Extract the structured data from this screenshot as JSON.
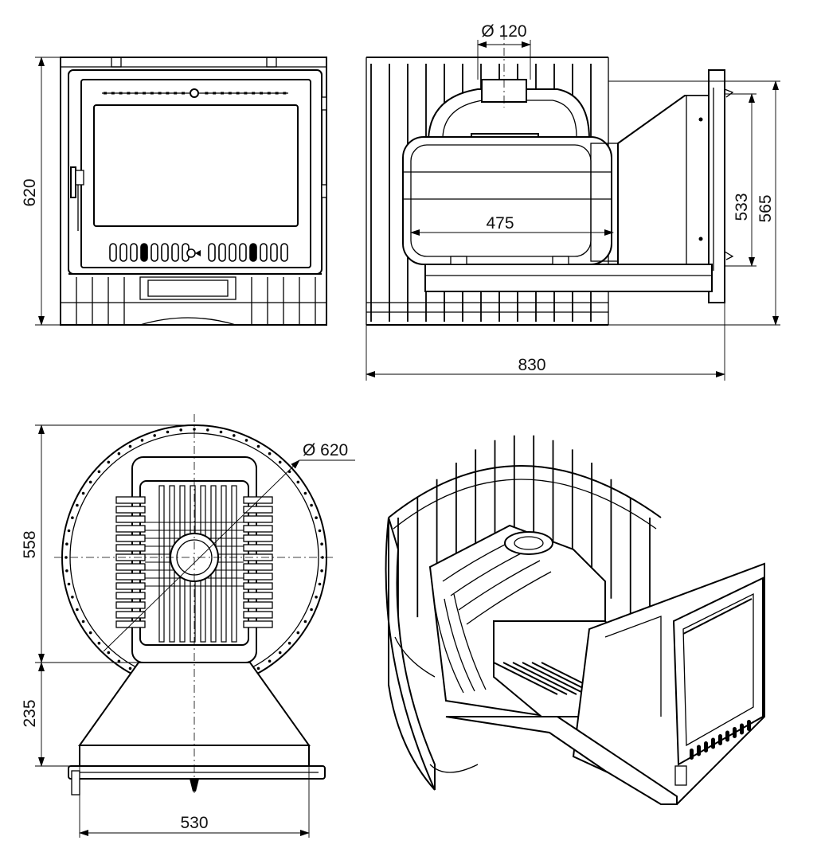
{
  "dimensions": {
    "front_height": "620",
    "flue_diameter": "Ø 120",
    "firebox_width": "475",
    "door_height": "533",
    "total_height": "565",
    "total_depth": "830",
    "cage_diameter": "Ø 620",
    "cage_height": "558",
    "tunnel_height": "235",
    "tunnel_width": "530"
  },
  "colors": {
    "line": "#000000",
    "background": "#ffffff"
  }
}
